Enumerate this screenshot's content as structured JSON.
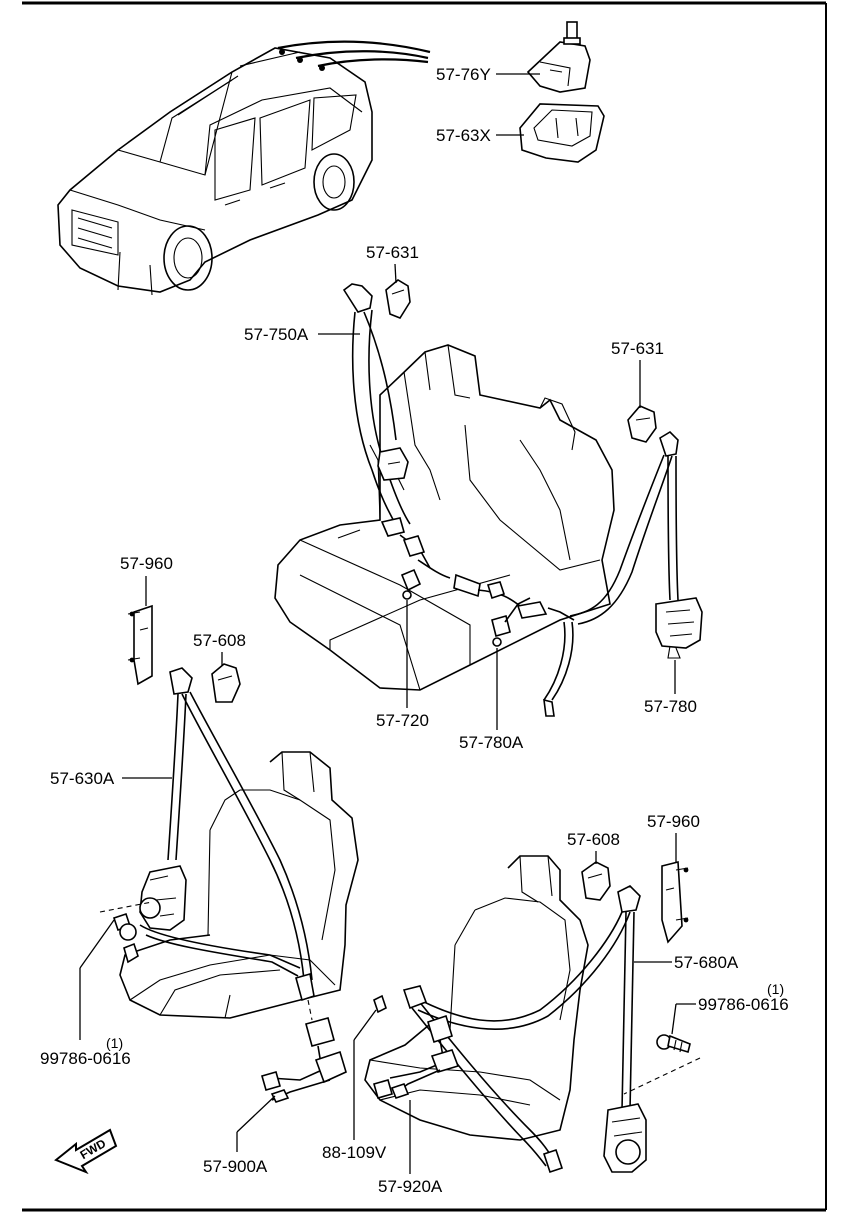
{
  "labels": {
    "p5776y": "57-76Y",
    "p5763x": "57-63X",
    "p57631_top": "57-631",
    "p57750a": "57-750A",
    "p57631_right": "57-631",
    "p57960_left": "57-960",
    "p57608_left": "57-608",
    "p57720": "57-720",
    "p57780a": "57-780A",
    "p57780": "57-780",
    "p57630a": "57-630A",
    "p57608_right": "57-608",
    "p57960_right": "57-960",
    "p57680a": "57-680A",
    "qty_right": "(1)",
    "p99786_right": "99786-0616",
    "qty_left": "(1)",
    "p99786_left": "99786-0616",
    "p57900a": "57-900A",
    "p88109v": "88-109V",
    "p57920a": "57-920A",
    "fwd": "FWD"
  }
}
